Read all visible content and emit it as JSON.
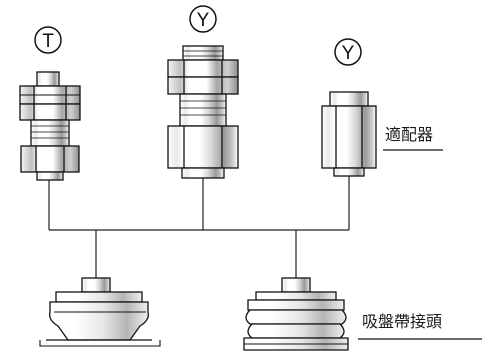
{
  "markers": {
    "left": "T",
    "center": "Y",
    "right": "Y"
  },
  "labels": {
    "adapter": "適配器",
    "suction_cup": "吸盤帶接頭"
  }
}
